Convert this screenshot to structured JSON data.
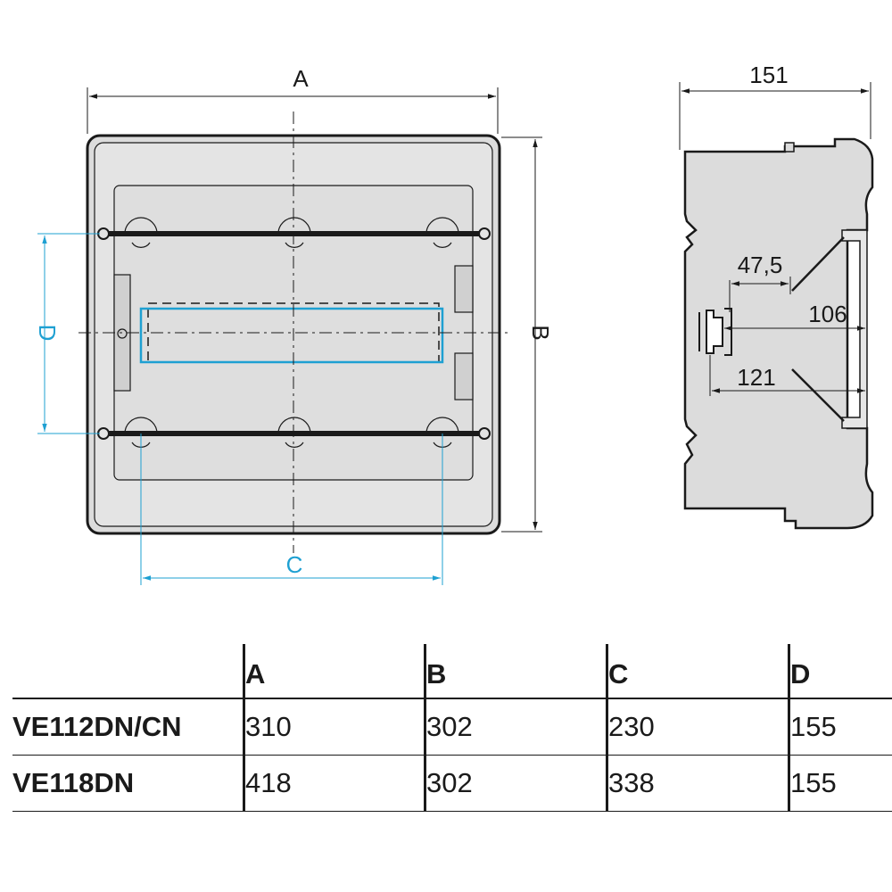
{
  "front_view": {
    "dim_a": "A",
    "dim_b": "B",
    "dim_c": "C",
    "dim_d": "D"
  },
  "side_view": {
    "depth": "151",
    "rail_offset": "47,5",
    "rail_width_inner": "106",
    "rail_width_outer": "121"
  },
  "colors": {
    "line": "#1a1a1a",
    "fill": "#dcdcdc",
    "accent": "#1ea0d2"
  },
  "table": {
    "headers": [
      "A",
      "B",
      "C",
      "D"
    ],
    "rows": [
      {
        "model": "VE112DN/CN",
        "values": [
          "310",
          "302",
          "230",
          "155"
        ]
      },
      {
        "model": "VE118DN",
        "values": [
          "418",
          "302",
          "338",
          "155"
        ]
      }
    ]
  }
}
